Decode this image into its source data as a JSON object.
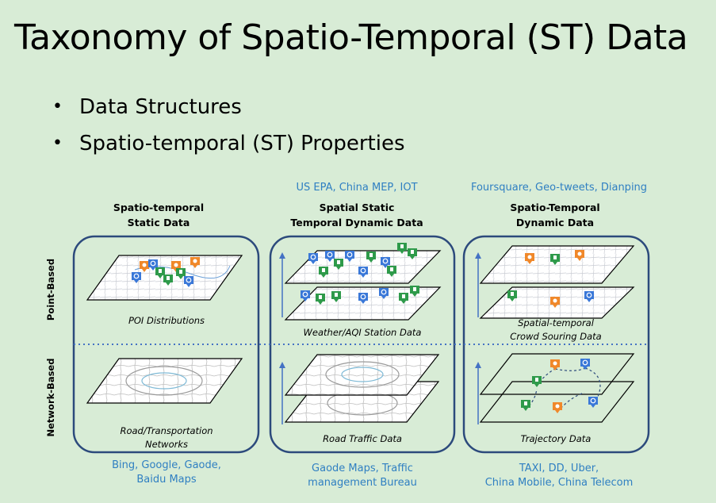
{
  "title": "Taxonomy of Spatio-Temporal (ST) Data",
  "bullets": [
    "Data Structures",
    "Spatio-temporal (ST) Properties"
  ],
  "bullet_marker": "•",
  "row_labels": {
    "point": "Point-Based",
    "network": "Network-Based"
  },
  "columns": {
    "static": {
      "title_line1": "Spatio-temporal",
      "title_line2": "Static Data",
      "point_caption": "POI Distributions",
      "network_caption_line1": "Road/Transportation",
      "network_caption_line2": "Networks",
      "bottom_source_line1": "Bing, Google, Gaode,",
      "bottom_source_line2": "Baidu Maps"
    },
    "spatial_static": {
      "top_source": "US EPA,  China MEP, IOT",
      "title_line1": "Spatial Static",
      "title_line2": "Temporal Dynamic Data",
      "point_caption": "Weather/AQI Station Data",
      "network_caption": "Road Traffic Data",
      "bottom_source_line1": "Gaode Maps, Traffic",
      "bottom_source_line2": "management Bureau"
    },
    "dynamic": {
      "top_source": "Foursquare, Geo-tweets, Dianping",
      "title_line1": "Spatio-Temporal",
      "title_line2": "Dynamic Data",
      "point_caption_line1": "Spatial-temporal",
      "point_caption_line2": "Crowd Souring Data",
      "network_caption": "Trajectory Data",
      "bottom_source_line1": "TAXI, DD, Uber,",
      "bottom_source_line2": "China Mobile, China Telecom"
    }
  },
  "colors": {
    "background": "#d8ecd6",
    "panel_border": "#2c4a7c",
    "divider": "#4472c4",
    "source_text": "#2f7fc2",
    "marker_orange": "#f0882a",
    "marker_green": "#2e9a4a",
    "marker_blue": "#3a78d8"
  }
}
